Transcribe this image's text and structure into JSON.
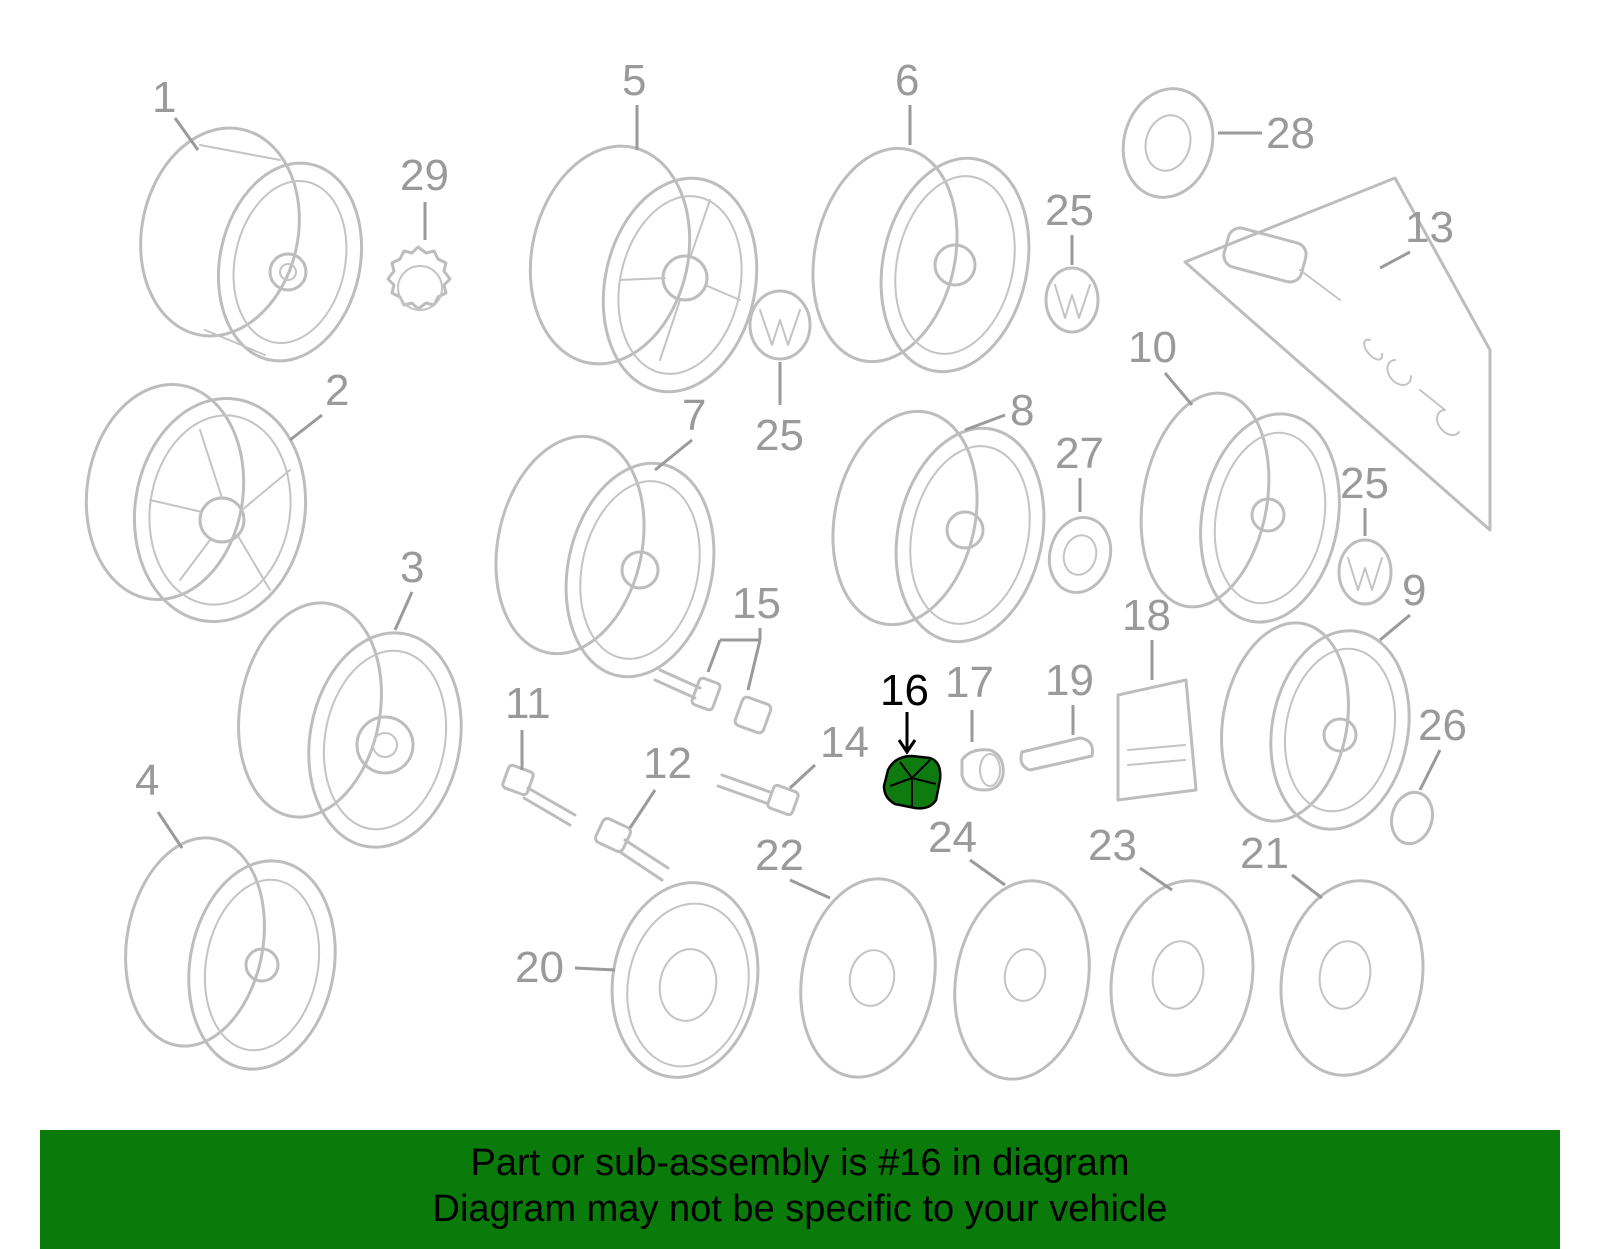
{
  "diagram": {
    "highlighted_part": "16",
    "callouts": [
      "1",
      "2",
      "3",
      "4",
      "5",
      "6",
      "7",
      "8",
      "9",
      "10",
      "11",
      "12",
      "13",
      "14",
      "15",
      "16",
      "17",
      "18",
      "19",
      "20",
      "21",
      "22",
      "23",
      "24",
      "25",
      "25",
      "25",
      "26",
      "27",
      "28",
      "29"
    ]
  },
  "banner": {
    "line1": "Part or sub-assembly is #16 in diagram",
    "line2": "Diagram may not be specific to your vehicle",
    "color": "#0a7a0a"
  },
  "colors": {
    "outline": "#bdbdbd",
    "label": "#9a9a9a",
    "highlight_fill": "#0f7a10",
    "highlight_text": "#000000"
  }
}
